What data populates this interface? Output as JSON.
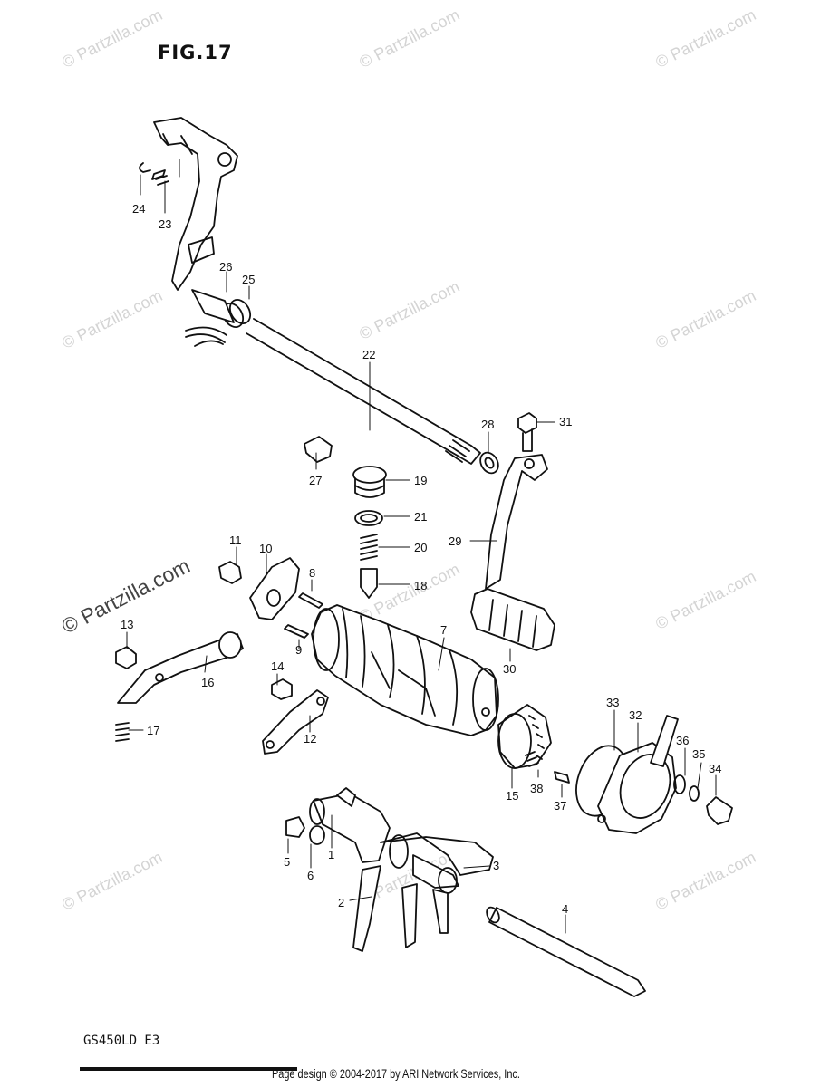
{
  "figure": {
    "title": "FIG.17",
    "model": "GS450LD E3",
    "footer": "Page design © 2004-2017 by ARI Network Services, Inc."
  },
  "watermark": {
    "text": "© Partzilla.com",
    "color": "#d4d4d4"
  },
  "callouts": [
    "1",
    "2",
    "3",
    "4",
    "5",
    "6",
    "7",
    "8",
    "9",
    "10",
    "11",
    "12",
    "13",
    "14",
    "15",
    "16",
    "17",
    "18",
    "19",
    "20",
    "21",
    "22",
    "23",
    "24",
    "25",
    "26",
    "27",
    "28",
    "29",
    "30",
    "31",
    "32",
    "33",
    "34",
    "35",
    "36",
    "37",
    "38"
  ]
}
